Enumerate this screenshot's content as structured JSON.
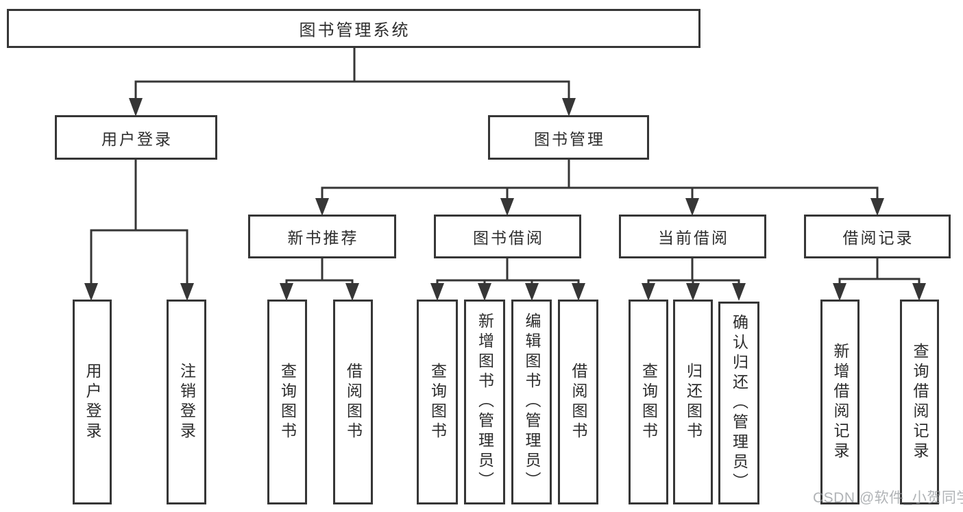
{
  "diagram_type": "hierarchy-tree",
  "colors": {
    "line": "#363636",
    "box_border": "#363636",
    "box_fill": "#ffffff",
    "text": "#2d2d2d",
    "background": "#ffffff",
    "watermark": "#9b9ea3"
  },
  "tree": {
    "label": "图书管理系统",
    "children": [
      {
        "label": "用户登录",
        "children": [
          {
            "label": "用户登录"
          },
          {
            "label": "注销登录"
          }
        ]
      },
      {
        "label": "图书管理",
        "children": [
          {
            "label": "新书推荐",
            "children": [
              {
                "label": "查询图书"
              },
              {
                "label": "借阅图书"
              }
            ]
          },
          {
            "label": "图书借阅",
            "children": [
              {
                "label": "查询图书"
              },
              {
                "label": "新增图书（管理员）"
              },
              {
                "label": "编辑图书（管理员）"
              },
              {
                "label": "借阅图书"
              }
            ]
          },
          {
            "label": "当前借阅",
            "children": [
              {
                "label": "查询图书"
              },
              {
                "label": "归还图书"
              },
              {
                "label": "确认归还（管理员）"
              }
            ]
          },
          {
            "label": "借阅记录",
            "children": [
              {
                "label": "新增借阅记录"
              },
              {
                "label": "查询借阅记录"
              }
            ]
          }
        ]
      }
    ]
  },
  "watermark": {
    "text": "CSDN @软件_小贺同学"
  }
}
